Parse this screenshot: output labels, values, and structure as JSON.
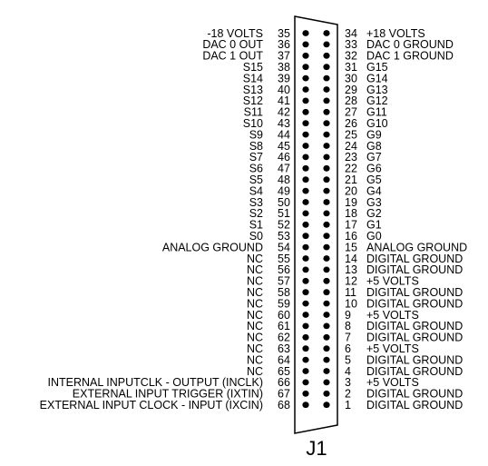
{
  "connector": {
    "name": "J1",
    "colors": {
      "line": "#000000",
      "pin": "#000000",
      "background": "#ffffff"
    },
    "left_pins": [
      {
        "num": "35",
        "label": "-18 VOLTS"
      },
      {
        "num": "36",
        "label": "DAC 0 OUT"
      },
      {
        "num": "37",
        "label": "DAC 1 OUT"
      },
      {
        "num": "38",
        "label": "S15"
      },
      {
        "num": "39",
        "label": "S14"
      },
      {
        "num": "40",
        "label": "S13"
      },
      {
        "num": "41",
        "label": "S12"
      },
      {
        "num": "42",
        "label": "S11"
      },
      {
        "num": "43",
        "label": "S10"
      },
      {
        "num": "44",
        "label": "S9"
      },
      {
        "num": "45",
        "label": "S8"
      },
      {
        "num": "46",
        "label": "S7"
      },
      {
        "num": "47",
        "label": "S6"
      },
      {
        "num": "48",
        "label": "S5"
      },
      {
        "num": "49",
        "label": "S4"
      },
      {
        "num": "50",
        "label": "S3"
      },
      {
        "num": "51",
        "label": "S2"
      },
      {
        "num": "52",
        "label": "S1"
      },
      {
        "num": "53",
        "label": "S0"
      },
      {
        "num": "54",
        "label": "ANALOG GROUND"
      },
      {
        "num": "55",
        "label": "NC"
      },
      {
        "num": "56",
        "label": "NC"
      },
      {
        "num": "57",
        "label": "NC"
      },
      {
        "num": "58",
        "label": "NC"
      },
      {
        "num": "59",
        "label": "NC"
      },
      {
        "num": "60",
        "label": "NC"
      },
      {
        "num": "61",
        "label": "NC"
      },
      {
        "num": "62",
        "label": "NC"
      },
      {
        "num": "63",
        "label": "NC"
      },
      {
        "num": "64",
        "label": "NC"
      },
      {
        "num": "65",
        "label": "NC"
      },
      {
        "num": "66",
        "label": "INTERNAL INPUTCLK - OUTPUT (INCLK)"
      },
      {
        "num": "67",
        "label": "EXTERNAL INPUT TRIGGER (IXTIN)"
      },
      {
        "num": "68",
        "label": "EXTERNAL INPUT CLOCK - INPUT (IXCIN)"
      }
    ],
    "right_pins": [
      {
        "num": "34",
        "label": "+18 VOLTS"
      },
      {
        "num": "33",
        "label": "DAC 0 GROUND"
      },
      {
        "num": "32",
        "label": "DAC 1 GROUND"
      },
      {
        "num": "31",
        "label": "G15"
      },
      {
        "num": "30",
        "label": "G14"
      },
      {
        "num": "29",
        "label": "G13"
      },
      {
        "num": "28",
        "label": "G12"
      },
      {
        "num": "27",
        "label": "G11"
      },
      {
        "num": "26",
        "label": "G10"
      },
      {
        "num": "25",
        "label": "G9"
      },
      {
        "num": "24",
        "label": "G8"
      },
      {
        "num": "23",
        "label": "G7"
      },
      {
        "num": "22",
        "label": "G6"
      },
      {
        "num": "21",
        "label": "G5"
      },
      {
        "num": "20",
        "label": "G4"
      },
      {
        "num": "19",
        "label": "G3"
      },
      {
        "num": "18",
        "label": "G2"
      },
      {
        "num": "17",
        "label": "G1"
      },
      {
        "num": "16",
        "label": "G0"
      },
      {
        "num": "15",
        "label": "ANALOG GROUND"
      },
      {
        "num": "14",
        "label": "DIGITAL GROUND"
      },
      {
        "num": "13",
        "label": "DIGITAL GROUND"
      },
      {
        "num": "12",
        "label": "+5 VOLTS"
      },
      {
        "num": "11",
        "label": "DIGITAL GROUND"
      },
      {
        "num": "10",
        "label": "DIGITAL GROUND"
      },
      {
        "num": "9",
        "label": "+5 VOLTS"
      },
      {
        "num": "8",
        "label": "DIGITAL GROUND"
      },
      {
        "num": "7",
        "label": "DIGITAL GROUND"
      },
      {
        "num": "6",
        "label": "+5 VOLTS"
      },
      {
        "num": "5",
        "label": "DIGITAL GROUND"
      },
      {
        "num": "4",
        "label": "DIGITAL GROUND"
      },
      {
        "num": "3",
        "label": "+5 VOLTS"
      },
      {
        "num": "2",
        "label": "DIGITAL GROUND"
      },
      {
        "num": "1",
        "label": "DIGITAL GROUND"
      }
    ]
  }
}
